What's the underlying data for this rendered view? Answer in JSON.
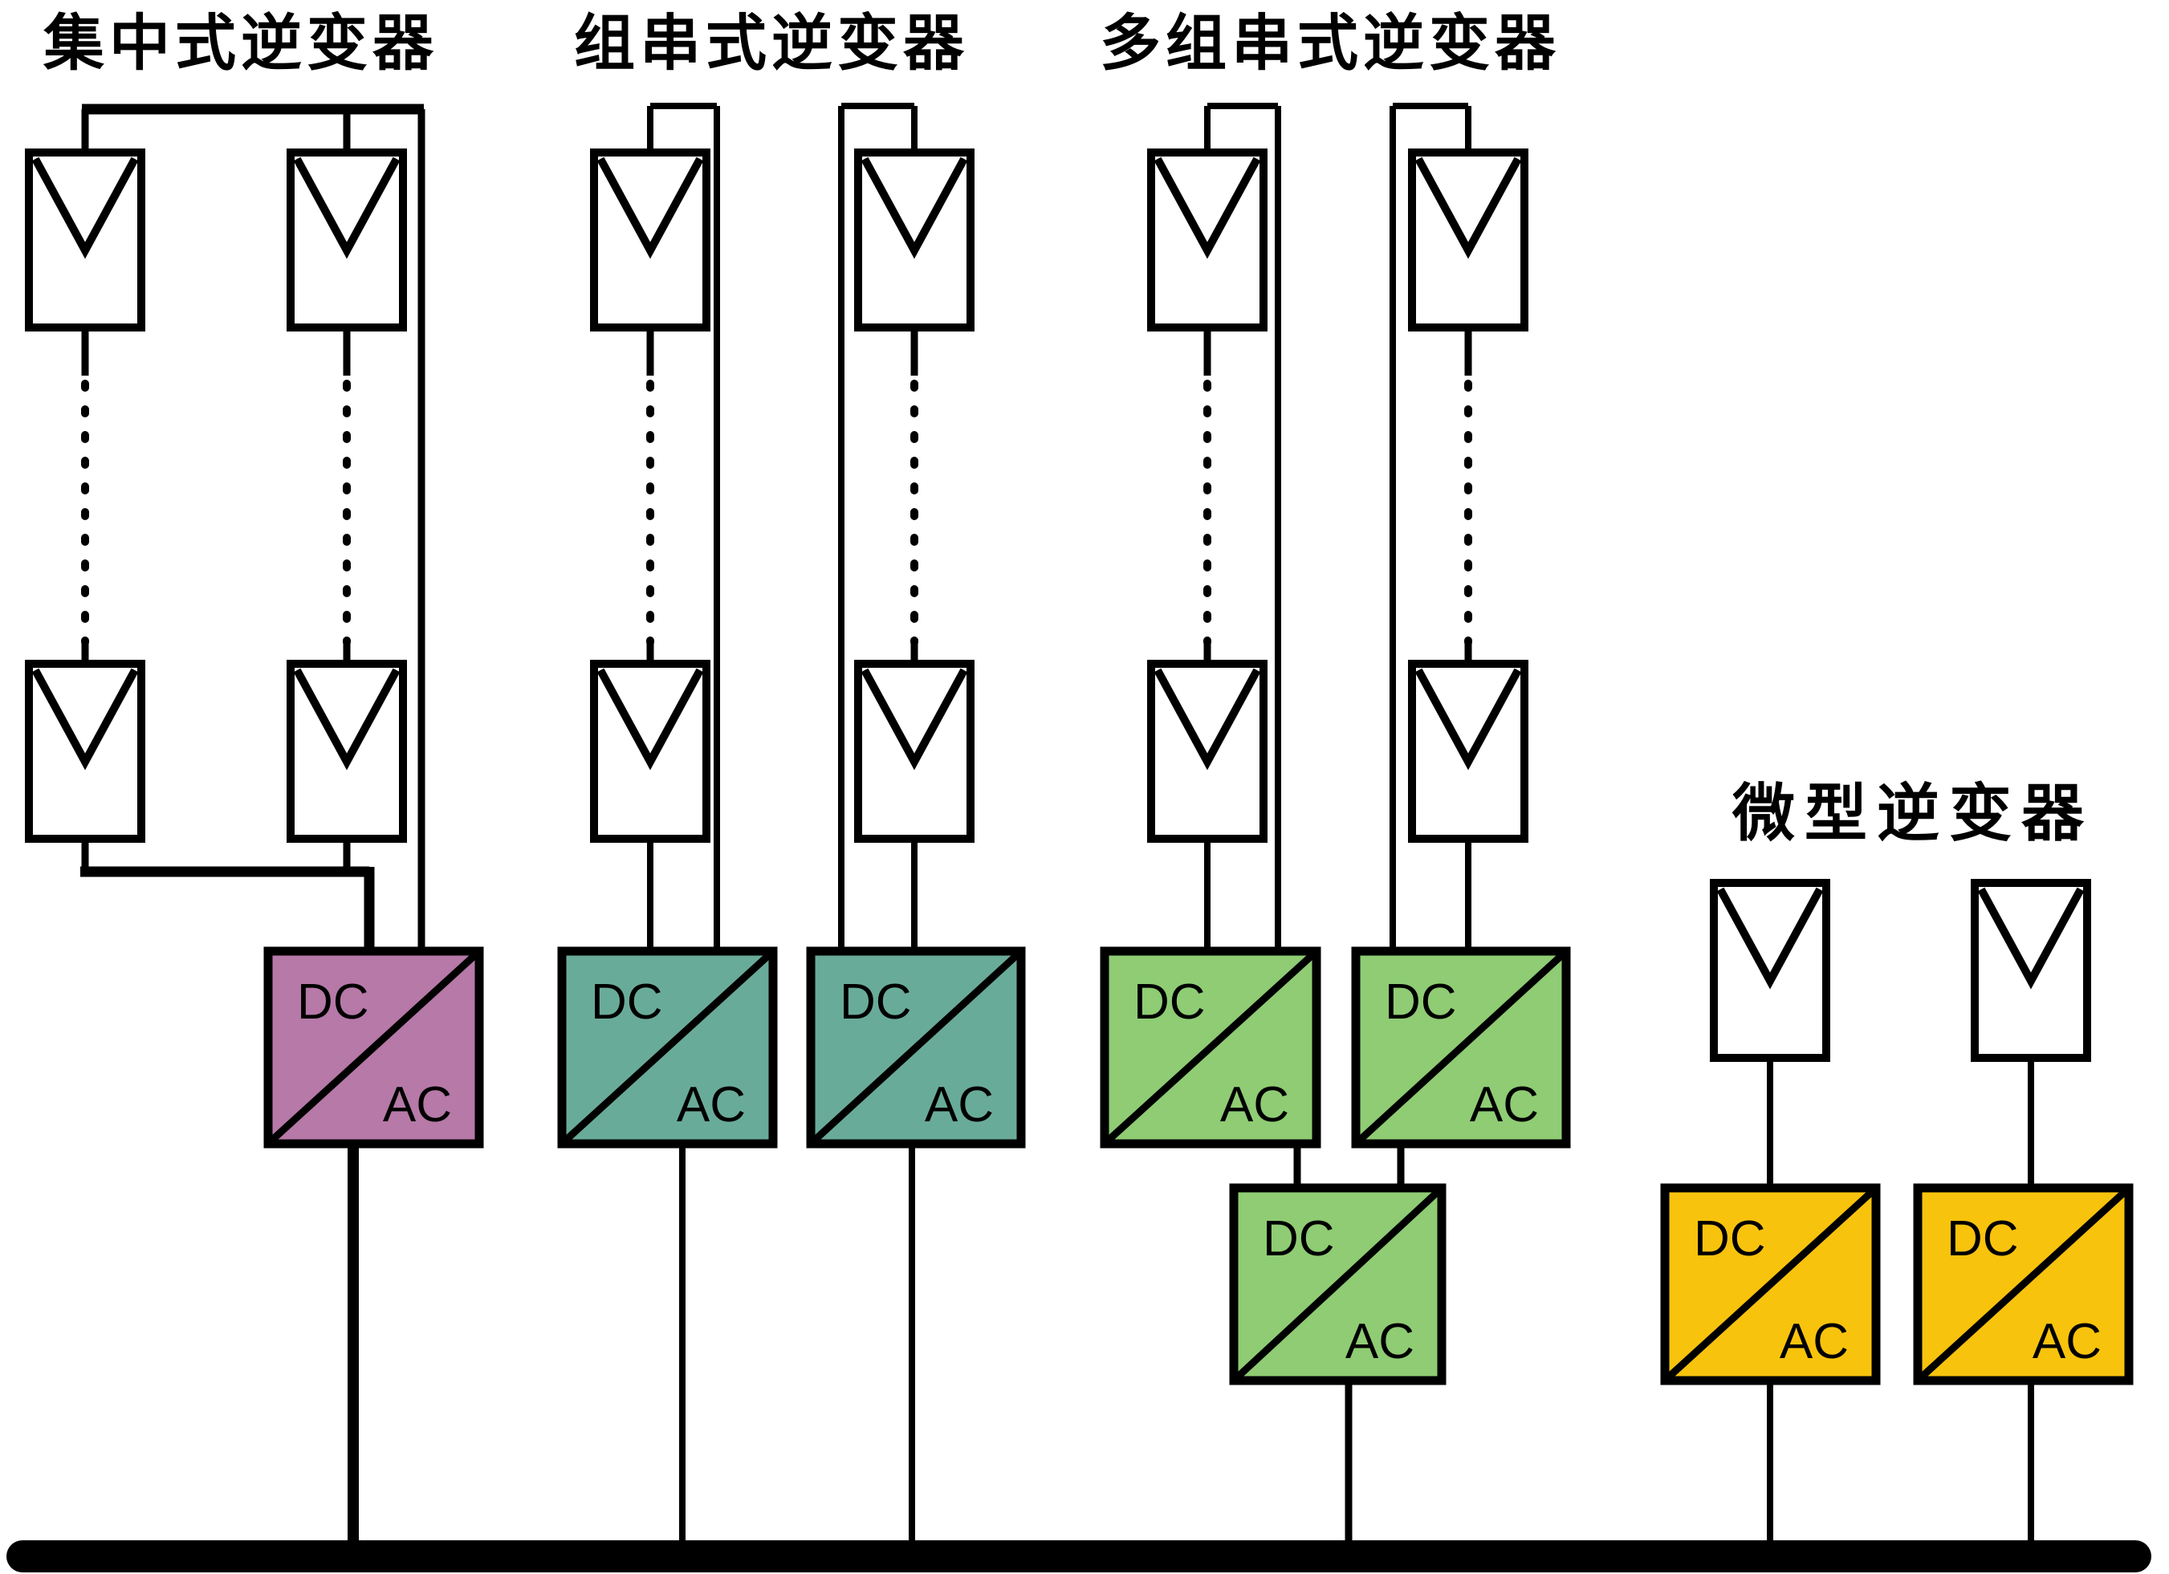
{
  "sections": {
    "centralized": {
      "title": "集中式逆变器",
      "color": "#b679a8"
    },
    "string": {
      "title": "组串式逆变器",
      "color": "#69ab99"
    },
    "multi_string": {
      "title": "多组串式逆变器",
      "color": "#8fcc74"
    },
    "micro": {
      "title": "微型逆变器",
      "color": "#f8c30d"
    }
  },
  "labels": {
    "dc": "DC",
    "ac": "AC"
  },
  "colors": {
    "wire": "#000000",
    "bus": "#000000",
    "panel_fill": "#ffffff"
  }
}
